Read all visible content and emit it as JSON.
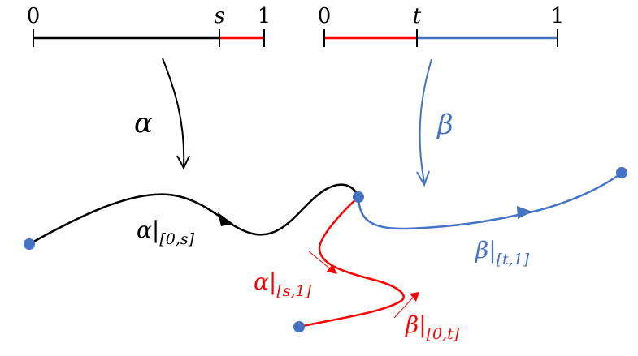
{
  "colors": {
    "black": "#000000",
    "red": "#ff0000",
    "blue": "#4472c4"
  },
  "interval_alpha": {
    "start_label": "0",
    "split_label": "s",
    "end_label": "1"
  },
  "interval_beta": {
    "start_label": "0",
    "split_label": "t",
    "end_label": "1"
  },
  "maps": {
    "alpha_symbol": "α",
    "beta_symbol": "β"
  },
  "curve_labels": {
    "alpha_0s": {
      "symbol": "α",
      "bar": "|",
      "sub": "[0,s]"
    },
    "alpha_s1": {
      "symbol": "α",
      "bar": "|",
      "sub": "[s,1]"
    },
    "beta_0t": {
      "symbol": "β",
      "bar": "|",
      "sub": "[0,t]"
    },
    "beta_t1": {
      "symbol": "β",
      "bar": "|",
      "sub": "[t,1]"
    }
  }
}
